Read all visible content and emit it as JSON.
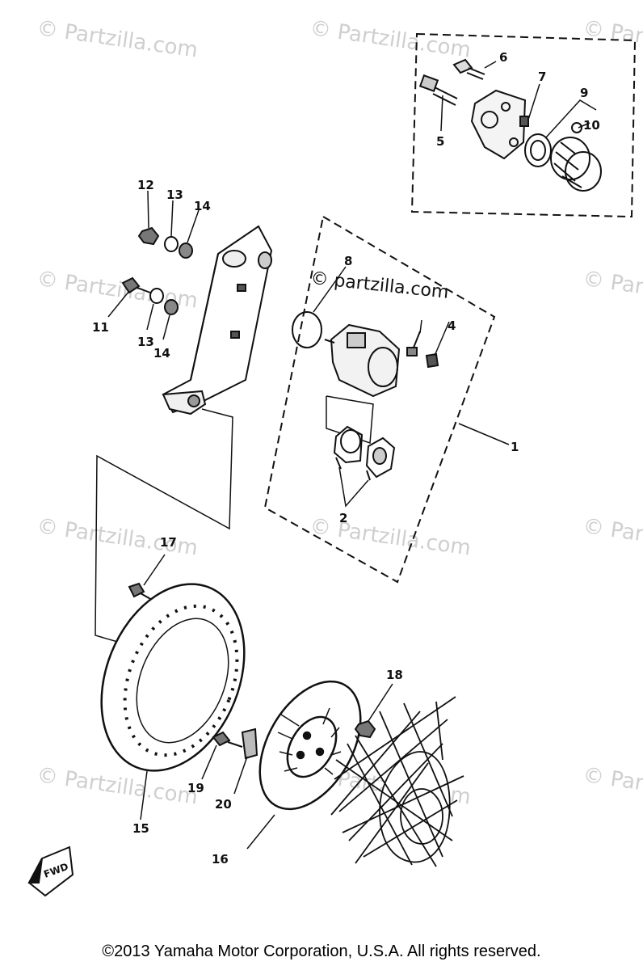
{
  "watermark": {
    "text": "© Partzilla.com",
    "center_text": "© partzilla.com"
  },
  "callouts": {
    "c1": "1",
    "c2": "2",
    "c4": "4",
    "c5": "5",
    "c6": "6",
    "c7": "7",
    "c8": "8",
    "c9": "9",
    "c10": "10",
    "c11": "11",
    "c12": "12",
    "c13a": "13",
    "c13b": "13",
    "c14a": "14",
    "c14b": "14",
    "c15": "15",
    "c16": "16",
    "c17": "17",
    "c18": "18",
    "c19": "19",
    "c20": "20"
  },
  "fwd_label": "FWD",
  "copyright": "©2013 Yamaha Motor Corporation, U.S.A. All rights reserved."
}
